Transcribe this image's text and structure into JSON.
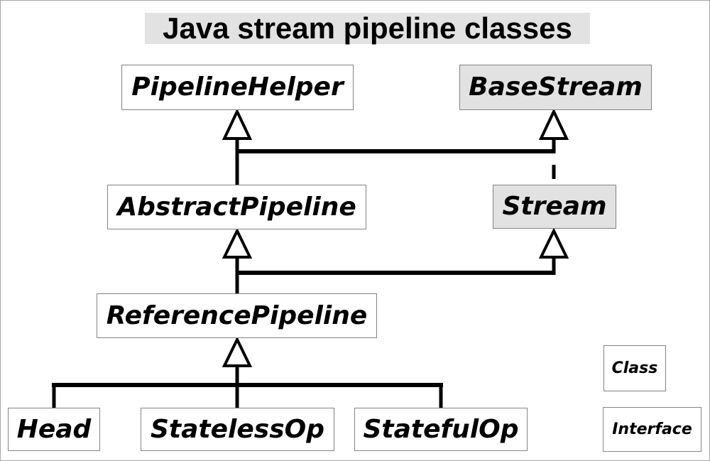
{
  "title": "Java stream pipeline classes",
  "nodes": {
    "pipeline_helper": {
      "label": "PipelineHelper",
      "kind": "class"
    },
    "base_stream": {
      "label": "BaseStream",
      "kind": "interface"
    },
    "abstract_pipeline": {
      "label": "AbstractPipeline",
      "kind": "class"
    },
    "stream": {
      "label": "Stream",
      "kind": "interface"
    },
    "reference_pipeline": {
      "label": "ReferencePipeline",
      "kind": "class"
    },
    "head": {
      "label": "Head",
      "kind": "class"
    },
    "stateless_op": {
      "label": "StatelessOp",
      "kind": "class"
    },
    "stateful_op": {
      "label": "StatefulOp",
      "kind": "class"
    }
  },
  "relationships": [
    {
      "from": "AbstractPipeline",
      "to": "PipelineHelper",
      "type": "inheritance",
      "line": "solid"
    },
    {
      "from": "AbstractPipeline",
      "to": "BaseStream",
      "type": "inheritance",
      "line": "solid"
    },
    {
      "from": "Stream",
      "to": "BaseStream",
      "type": "inheritance",
      "line": "dashed"
    },
    {
      "from": "ReferencePipeline",
      "to": "AbstractPipeline",
      "type": "inheritance",
      "line": "solid"
    },
    {
      "from": "ReferencePipeline",
      "to": "Stream",
      "type": "inheritance",
      "line": "solid"
    },
    {
      "from": "Head",
      "to": "ReferencePipeline",
      "type": "inheritance",
      "line": "solid"
    },
    {
      "from": "StatelessOp",
      "to": "ReferencePipeline",
      "type": "inheritance",
      "line": "solid"
    },
    {
      "from": "StatefulOp",
      "to": "ReferencePipeline",
      "type": "inheritance",
      "line": "solid"
    }
  ],
  "legend": {
    "class_label": "Class",
    "interface_label": "Interface"
  },
  "colors": {
    "class_fill": "#ffffff",
    "interface_fill": "#e2e2e2",
    "title_background": "#e2e2e2",
    "box_border": "#838383",
    "connector_line": "#000000",
    "text": "#000000"
  }
}
